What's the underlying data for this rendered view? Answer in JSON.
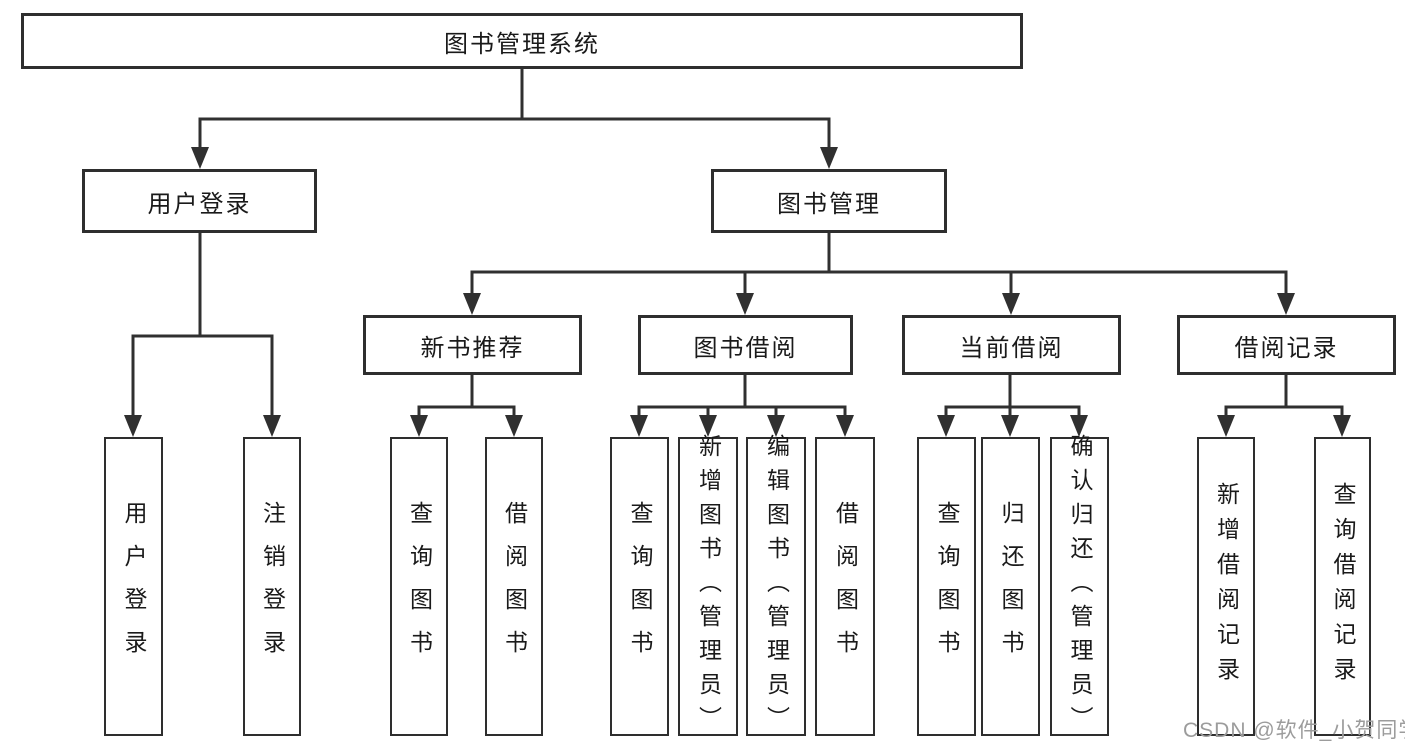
{
  "diagram": {
    "root": {
      "label": "图书管理系统",
      "children": [
        {
          "label": "用户登录",
          "children": [
            {
              "label": "用户登录"
            },
            {
              "label": "注销登录"
            }
          ]
        },
        {
          "label": "图书管理",
          "children": [
            {
              "label": "新书推荐",
              "children": [
                {
                  "label": "查询图书"
                },
                {
                  "label": "借阅图书"
                }
              ]
            },
            {
              "label": "图书借阅",
              "children": [
                {
                  "label": "查询图书"
                },
                {
                  "label": "新增图书（管理员）"
                },
                {
                  "label": "编辑图书（管理员）"
                },
                {
                  "label": "借阅图书"
                }
              ]
            },
            {
              "label": "当前借阅",
              "children": [
                {
                  "label": "查询图书"
                },
                {
                  "label": "归还图书"
                },
                {
                  "label": "确认归还（管理员）"
                }
              ]
            },
            {
              "label": "借阅记录",
              "children": [
                {
                  "label": "新增借阅记录"
                },
                {
                  "label": "查询借阅记录"
                }
              ]
            }
          ]
        }
      ]
    },
    "watermark": "CSDN @软件_小贺同学",
    "colors": {
      "line": "#303030",
      "border": "#2e2e2e",
      "text": "#1a1a1a",
      "watermark_text": "#9c9c9c",
      "background": "#ffffff"
    }
  }
}
